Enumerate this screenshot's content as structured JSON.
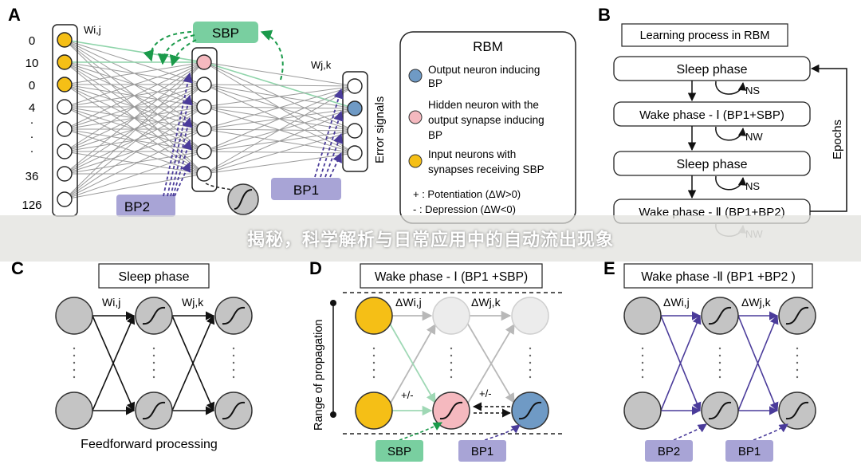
{
  "colors": {
    "input_neuron": "#f5bf16",
    "hidden_bp_neuron": "#f5b9bf",
    "output_bp_neuron": "#6f9ac5",
    "sbp_box": "#79cfa0",
    "bp_box": "#a8a4d6",
    "gray_neuron": "#c4c4c4",
    "faded_neuron": "#ececec",
    "purple_arrow": "#4a3b9a",
    "green_arrow": "#1a9a4a"
  },
  "banner": {
    "text": "揭秘，科学解析与日常应用中的自动流出现象"
  },
  "panel_a": {
    "letter": "A",
    "weight_ij": "Wi,j",
    "weight_jk": "Wj,k",
    "sbp_label": "SBP",
    "bp1_label": "BP1",
    "bp2_label": "BP2",
    "error_signals": "Error signals",
    "input_values": [
      "0",
      "10",
      "0",
      "4",
      "·",
      "·",
      "·",
      "36",
      "126"
    ],
    "legend": {
      "title": "RBM",
      "output_neuron": [
        "Output neuron inducing",
        "BP"
      ],
      "hidden_neuron": [
        "Hidden neuron with the",
        "output synapse inducing",
        "BP"
      ],
      "input_neuron": [
        "Input neurons with",
        "synapses receiving SBP"
      ],
      "potentiation": "+ : Potentiation (ΔW>0)",
      "depression": "- : Depression (ΔW<0)"
    }
  },
  "panel_b": {
    "letter": "B",
    "title": "Learning process in RBM",
    "phases": [
      "Sleep phase",
      "Wake phase - Ⅰ  (BP1+SBP)",
      "Sleep phase",
      "Wake phase - Ⅱ  (BP1+BP2)"
    ],
    "ns": "NS",
    "nw": "NW",
    "epochs": "Epochs"
  },
  "panel_c": {
    "letter": "C",
    "title": "Sleep phase",
    "w_ij": "Wi,j",
    "w_jk": "Wj,k",
    "caption": "Feedforward processing"
  },
  "panel_d": {
    "letter": "D",
    "title": "Wake phase - Ⅰ (BP1 +SBP)",
    "dw_ij": "ΔWi,j",
    "dw_jk": "ΔWj,k",
    "pm": "+/-",
    "range": "Range of propagation",
    "sbp_label": "SBP",
    "bp1_label": "BP1"
  },
  "panel_e": {
    "letter": "E",
    "title": "Wake phase -Ⅱ (BP1 +BP2 )",
    "dw_ij": "ΔWi,j",
    "dw_jk": "ΔWj,k",
    "bp2_label": "BP2",
    "bp1_label": "BP1"
  }
}
